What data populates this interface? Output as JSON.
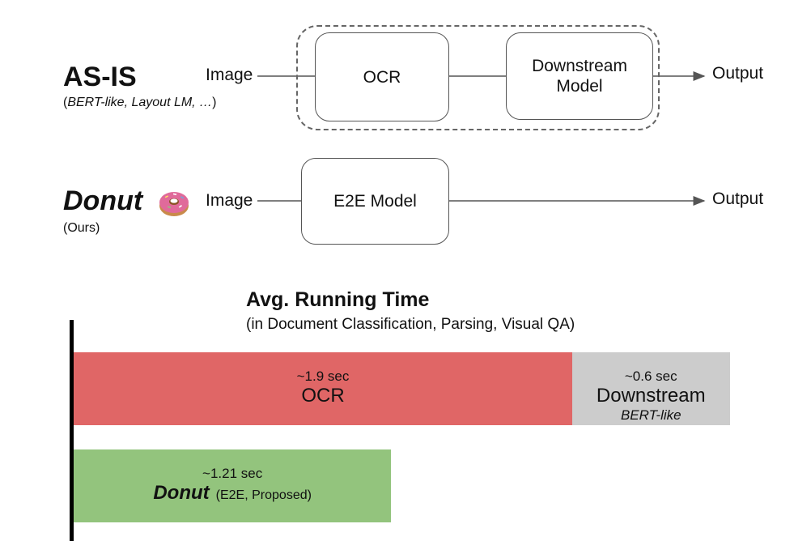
{
  "as_is": {
    "title": "AS-IS",
    "subtitle_open": "(",
    "subtitle_italic": "BERT-like, Layout LM, …",
    "subtitle_close": ")",
    "input_label": "Image",
    "ocr_label": "OCR",
    "downstream_label_line1": "Downstream",
    "downstream_label_line2": "Model",
    "output_label": "Output"
  },
  "donut": {
    "title": "Donut",
    "icon": "donut-emoji-icon",
    "subtitle": "(Ours)",
    "input_label": "Image",
    "model_label": "E2E Model",
    "output_label": "Output"
  },
  "chart_data": {
    "type": "bar",
    "title": "Avg. Running Time",
    "subtitle": "(in Document Classification,  Parsing, Visual QA)",
    "series": [
      {
        "name": "AS-IS",
        "segments": [
          {
            "time_label": "~1.9 sec",
            "name": "OCR",
            "value": 1.9,
            "color": "#e06666"
          },
          {
            "time_label": "~0.6 sec",
            "name": "Downstream",
            "note": "BERT-like",
            "value": 0.6,
            "color": "#cccccc"
          }
        ]
      },
      {
        "name": "Donut",
        "segments": [
          {
            "time_label": "~1.21 sec",
            "name": "Donut",
            "note": "(E2E, Proposed)",
            "value": 1.21,
            "color": "#93c47d"
          }
        ]
      }
    ]
  }
}
